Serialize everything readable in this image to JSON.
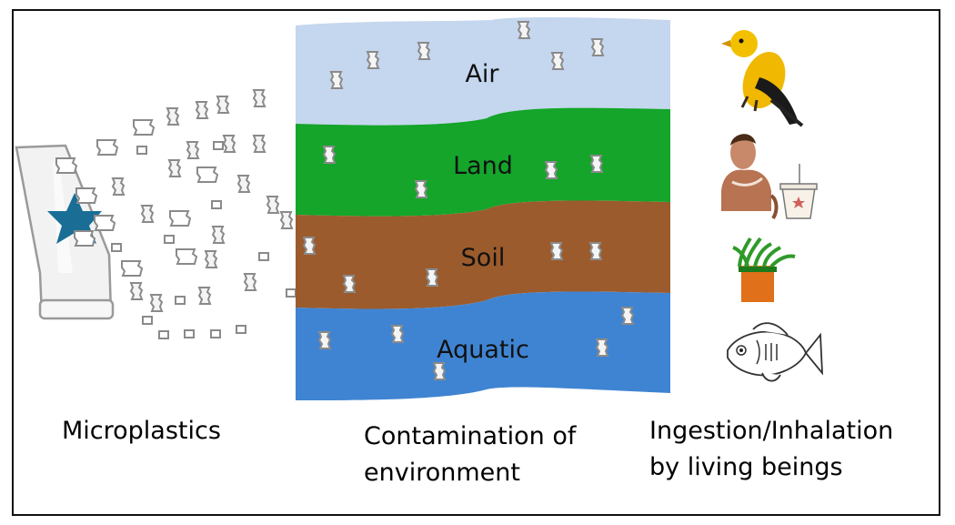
{
  "layers": [
    {
      "label": "Air",
      "color": "#c5d6ef"
    },
    {
      "label": "Land",
      "color": "#14a52a"
    },
    {
      "label": "Soil",
      "color": "#9c5b2c"
    },
    {
      "label": "Aquatic",
      "color": "#3f84d2"
    }
  ],
  "captions": {
    "microplastics": "Microplastics",
    "contamination_line1": "Contamination of",
    "contamination_line2": "environment",
    "ingestion_line1": "Ingestion/Inhalation",
    "ingestion_line2": "by living beings"
  },
  "organisms": [
    "bird-icon",
    "human-icon",
    "plant-icon",
    "fish-icon"
  ],
  "colors": {
    "particle_stroke": "#808080",
    "bottle": "#9a9a9a",
    "star": "#1a6e96"
  }
}
